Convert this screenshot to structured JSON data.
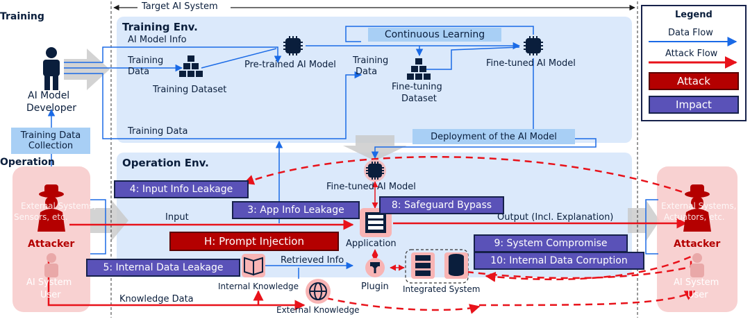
{
  "sections": {
    "training": "Training",
    "operation": "Operation",
    "target_system": "Target AI System",
    "training_env": "Training Env.",
    "operation_env": "Operation Env."
  },
  "actors": {
    "developer_line1": "AI Model",
    "developer_line2": "Developer",
    "attacker": "Attacker",
    "user_left_line1": "AI System",
    "user_left_line2": "User",
    "user_right_line1": "AI System",
    "user_right_line2": "User",
    "external_left_line1": "External Systems,",
    "external_left_line2": "Sensors, etc.",
    "external_right_line1": "External Systems,",
    "external_right_line2": "Actuators, etc."
  },
  "nodes": {
    "ai_model_info": "AI Model Info",
    "training_data_1": "Training",
    "training_data_2": "Data",
    "training_dataset": "Training Dataset",
    "pretrained_model": "Pre-trained AI Model",
    "training_data_b1": "Training",
    "training_data_b2": "Data",
    "finetuning_dataset_1": "Fine-tuning",
    "finetuning_dataset_2": "Dataset",
    "finetuned_model_train": "Fine-tuned AI Model",
    "continuous_learning": "Continuous Learning",
    "training_data_bottom": "Training Data",
    "training_data_collection_1": "Training Data",
    "training_data_collection_2": "Collection",
    "deployment": "Deployment of the AI Model",
    "finetuned_model_op": "Fine-tuned AI Model",
    "input": "Input",
    "output": "Output (Incl. Explanation)",
    "application": "Application",
    "retrieved_info": "Retrieved Info",
    "plugin": "Plugin",
    "integrated_system": "Integrated System",
    "internal_knowledge": "Internal Knowledge",
    "external_knowledge": "External Knowledge",
    "knowledge_data": "Knowledge Data"
  },
  "impacts": {
    "input_info_leakage": "4: Input Info Leakage",
    "app_info_leakage": "3: App Info Leakage",
    "safeguard_bypass": "8: Safeguard Bypass",
    "internal_data_leakage": "5: Internal Data Leakage",
    "system_compromise": "9: System Compromise",
    "internal_data_corruption": "10: Internal Data Corruption"
  },
  "attacks": {
    "prompt_injection": "H: Prompt Injection"
  },
  "legend": {
    "title": "Legend",
    "data_flow": "Data Flow",
    "attack_flow": "Attack Flow",
    "attack": "Attack",
    "impact": "Impact"
  },
  "colors": {
    "data_flow": "#1a6ae6",
    "attack_flow": "#e8121a",
    "attack_box": "#b40000",
    "impact_box": "#5a52b8",
    "env_bg": "#dbe9fb",
    "label_bg": "#a8cff5",
    "attacker_zone": "#f7c9c9"
  }
}
